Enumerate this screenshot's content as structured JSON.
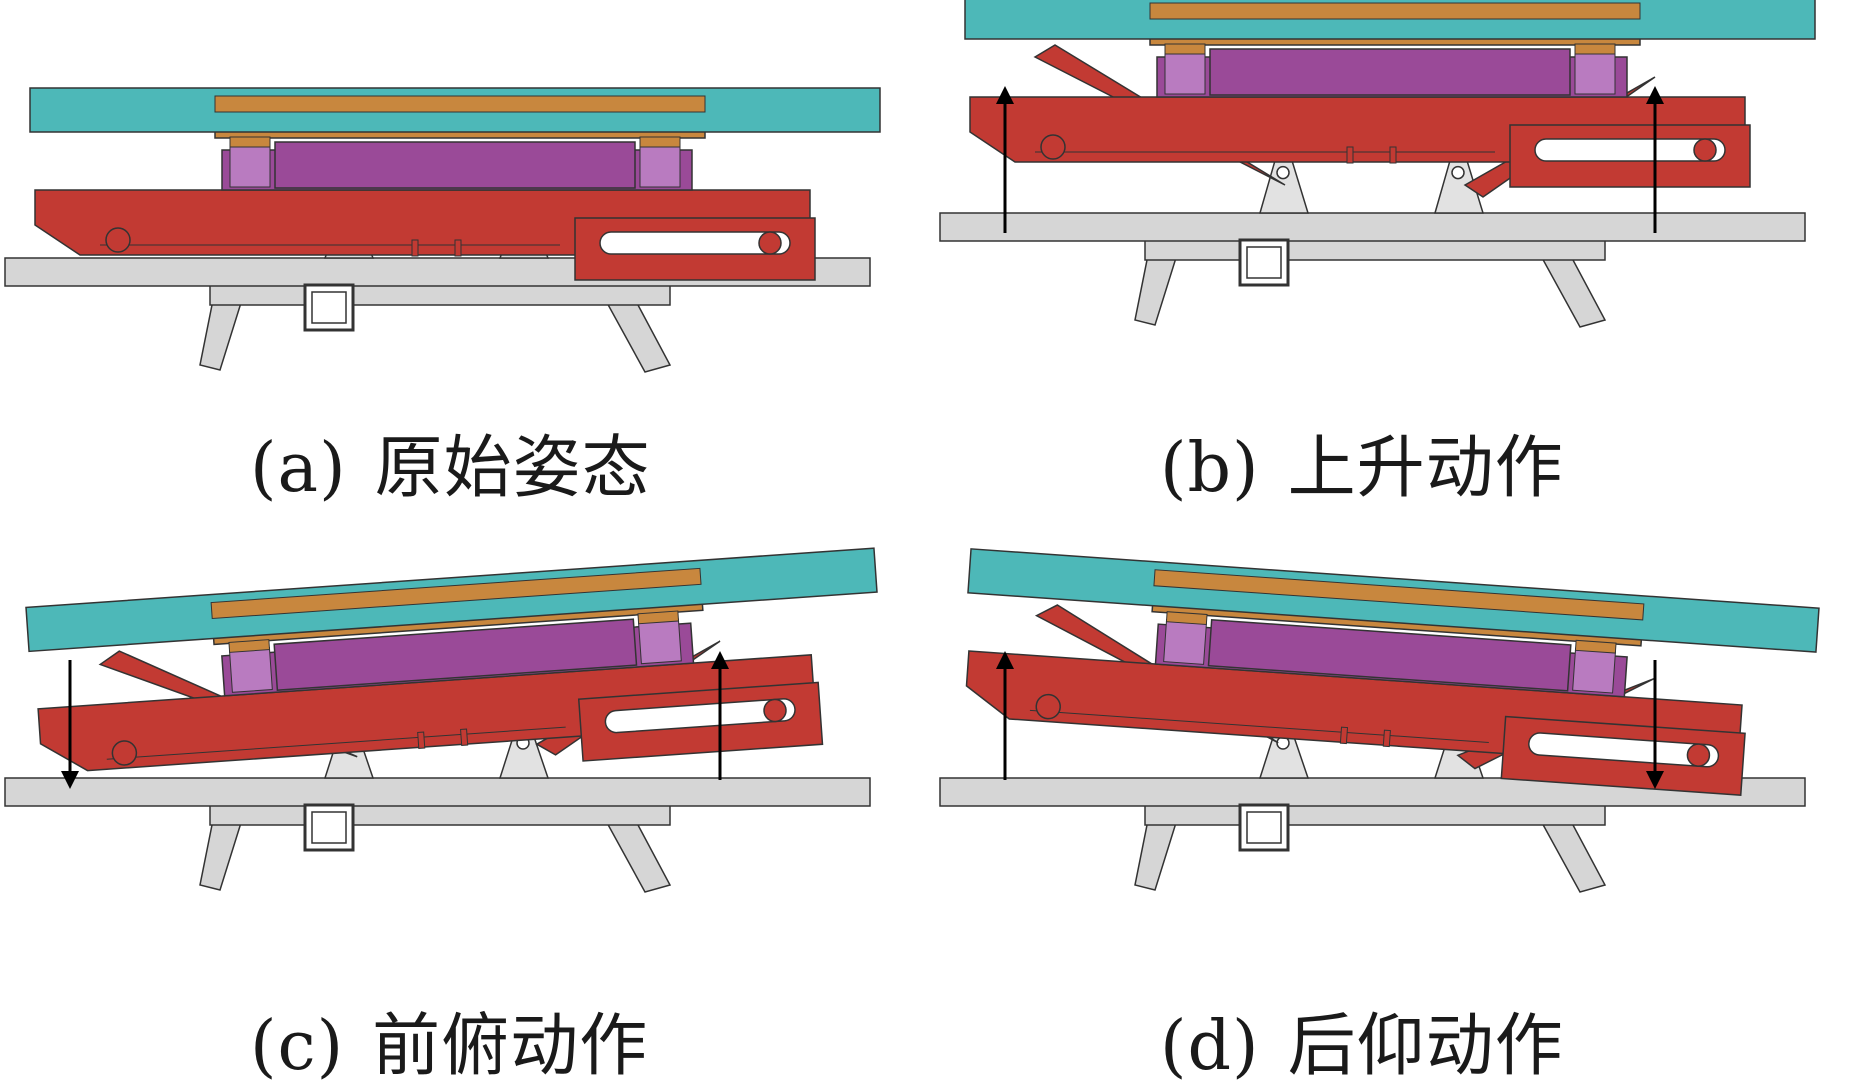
{
  "colors": {
    "top_plate": "#4db8b8",
    "frame_orange": "#c8873e",
    "actuator_purple": "#9a4a98",
    "link_red": "#c23a33",
    "base_grey": "#d6d6d6",
    "outline": "#333333",
    "arrow": "#000000"
  },
  "panels": [
    {
      "id": "a",
      "tag": "(a)",
      "label": "原始姿态",
      "tilt_deg": 0,
      "arrows": []
    },
    {
      "id": "b",
      "tag": "(b)",
      "label": "上升动作",
      "tilt_deg": 0,
      "arrows": [
        "up",
        "up"
      ]
    },
    {
      "id": "c",
      "tag": "(c)",
      "label": "前俯动作",
      "tilt_deg": -4,
      "arrows": [
        "down",
        "up"
      ]
    },
    {
      "id": "d",
      "tag": "(d)",
      "label": "后仰动作",
      "tilt_deg": 4,
      "arrows": [
        "up",
        "down"
      ]
    }
  ]
}
